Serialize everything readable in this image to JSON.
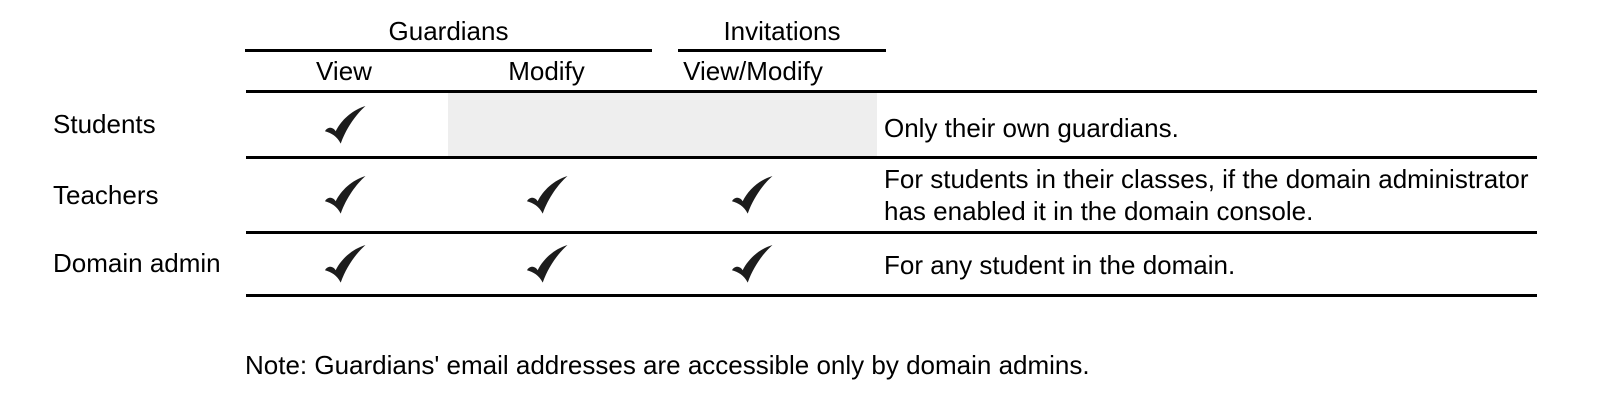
{
  "table": {
    "group_headers": [
      {
        "label": "Guardians"
      },
      {
        "label": "Invitations"
      }
    ],
    "col_headers": [
      "View",
      "Modify",
      "View/Modify"
    ],
    "rows": [
      {
        "label": "Students",
        "permissions": {
          "guardians_view": true,
          "guardians_modify": false,
          "invitations_view_modify": false
        },
        "note": "Only their own guardians."
      },
      {
        "label": "Teachers",
        "permissions": {
          "guardians_view": true,
          "guardians_modify": true,
          "invitations_view_modify": true
        },
        "note": "For students in their classes, if the domain administrator has enabled it in the domain console."
      },
      {
        "label": "Domain admin",
        "permissions": {
          "guardians_view": true,
          "guardians_modify": true,
          "invitations_view_modify": true
        },
        "note": "For any student in the domain."
      }
    ],
    "footnote": "Note: Guardians' email addresses are accessible only by domain admins."
  },
  "icons": {
    "check": "check-icon"
  },
  "colors": {
    "text": "#000000",
    "line": "#000000",
    "check": "#1c1c1c",
    "disabled_cell": "#eeeeee",
    "background": "#ffffff"
  }
}
